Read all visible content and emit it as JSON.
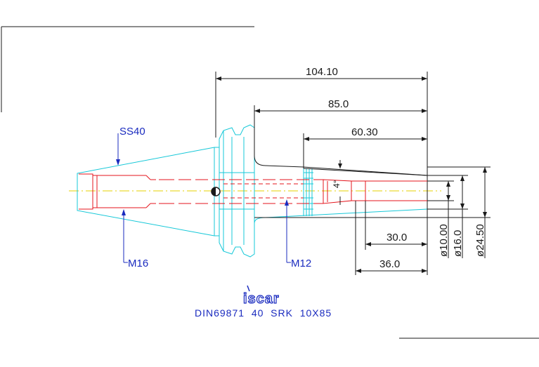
{
  "dimensions": {
    "overall_length": "104.10",
    "flange_to_tip": "85.0",
    "collet_length": "60.30",
    "bore_depth": "30.0",
    "thread_depth": "36.0",
    "dia_bore": "ø10.00",
    "dia_tip": "ø16.0",
    "dia_body": "ø24.50",
    "taper_angle": "4°"
  },
  "labels": {
    "taper": "SS40",
    "rear_thread": "M16",
    "front_thread": "M12"
  },
  "logo_text": "iscar",
  "caption": "DIN69871  40  SRK  10X85",
  "colors": {
    "outline": "#16c8d8",
    "hidden": "#e4141c",
    "dimension": "#1a1a1a",
    "label": "#1a2bbf",
    "centerline": "#e6d000"
  }
}
